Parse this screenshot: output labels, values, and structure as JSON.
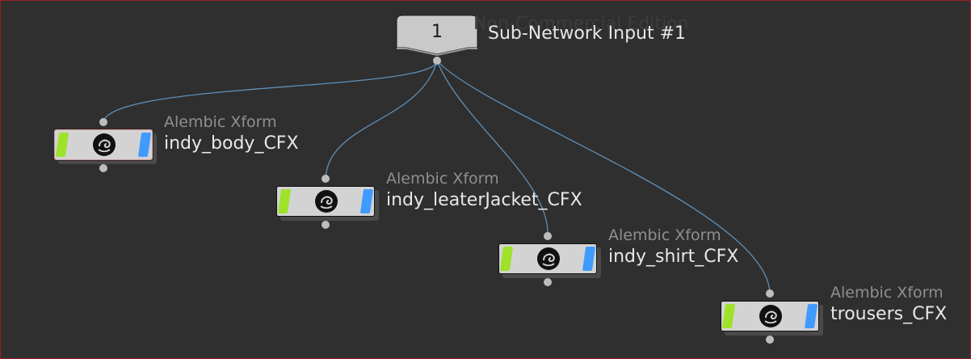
{
  "watermark": "Non-Commercial Edition",
  "input": {
    "number": "1",
    "label": "Sub-Network Input #1"
  },
  "nodes": [
    {
      "type": "Alembic Xform",
      "name": "indy_body_CFX",
      "icon": "alembic-icon"
    },
    {
      "type": "Alembic Xform",
      "name": "indy_leaterJacket_CFX",
      "icon": "alembic-icon"
    },
    {
      "type": "Alembic Xform",
      "name": "indy_shirt_CFX",
      "icon": "alembic-icon"
    },
    {
      "type": "Alembic Xform",
      "name": "trousers_CFX",
      "icon": "alembic-icon"
    }
  ],
  "colors": {
    "background": "#2f2f2f",
    "wire": "#5f8fb8",
    "node_body": "#d3d3d3",
    "flag_left": "#9fe22a",
    "flag_right": "#3f9bff",
    "border": "#9a1f1f"
  }
}
